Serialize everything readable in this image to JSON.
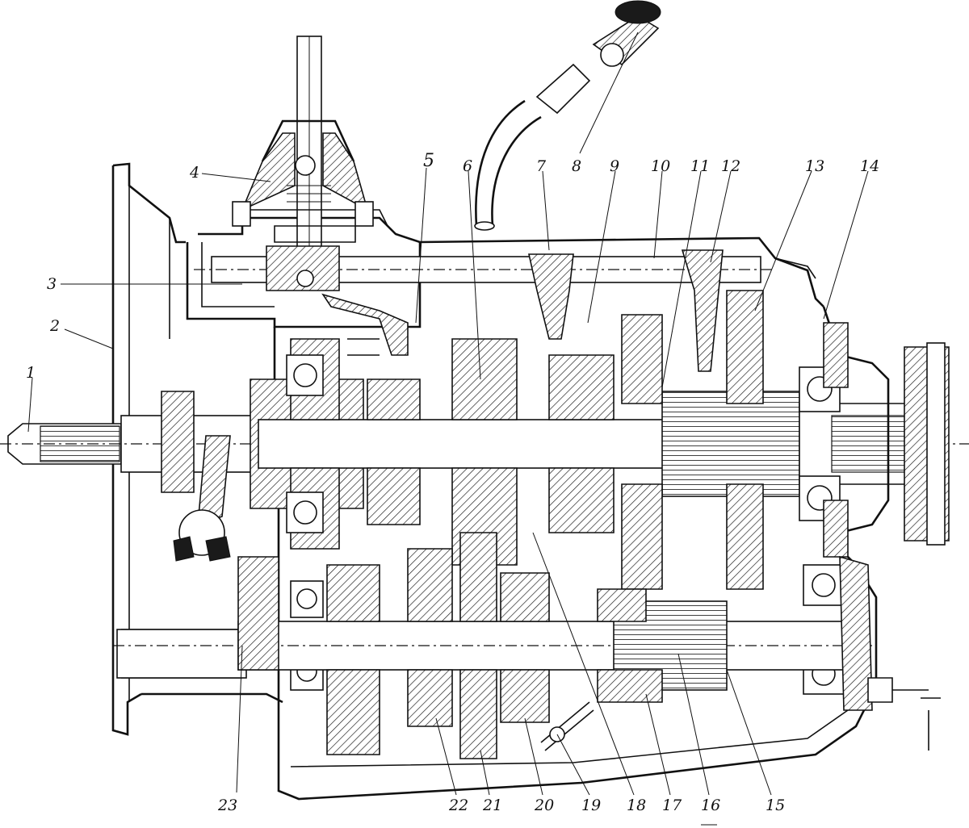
{
  "callouts": {
    "c1": "1",
    "c2": "2",
    "c3": "3",
    "c4": "4",
    "c5": "5",
    "c6": "6",
    "c7": "7",
    "c8": "8",
    "c9": "9",
    "c10": "10",
    "c11": "11",
    "c12": "12",
    "c13": "13",
    "c14": "14",
    "c15": "15",
    "c16": "16",
    "c17": "17",
    "c18": "18",
    "c19": "19",
    "c20": "20",
    "c21": "21",
    "c22": "22",
    "c23": "23"
  },
  "colors": {
    "ink": "#111111",
    "paper": "#ffffff"
  }
}
